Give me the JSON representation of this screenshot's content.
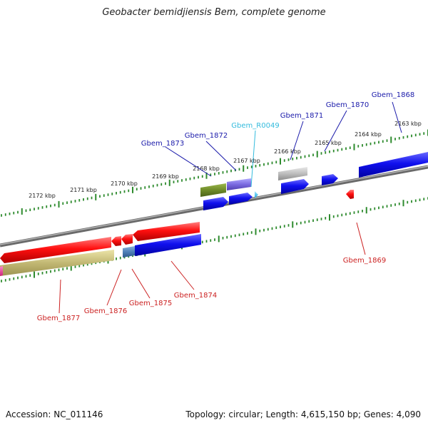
{
  "title": "Geobacter bemidjiensis Bem, complete genome",
  "footer": {
    "accession": "Accession: NC_011146",
    "summary": "Topology: circular; Length: 4,615,150 bp; Genes: 4,090"
  },
  "colors": {
    "backbone": "#808080",
    "ticks": "#2e8b2e",
    "label_top": "#1a1aaa",
    "label_rna": "#33bbdd",
    "label_bottom": "#cc2222"
  },
  "scale_labels": [
    "2163 kbp",
    "2164 kbp",
    "2165 kbp",
    "2166 kbp",
    "2167 kbp",
    "2168 kbp",
    "2169 kbp",
    "2170 kbp",
    "2171 kbp",
    "2172 kbp"
  ],
  "genes": [
    {
      "label": "Gbem_1868",
      "strand": "top"
    },
    {
      "label": "Gbem_1870",
      "strand": "top"
    },
    {
      "label": "Gbem_1871",
      "strand": "top"
    },
    {
      "label": "Gbem_R0049",
      "strand": "rna"
    },
    {
      "label": "Gbem_1872",
      "strand": "top"
    },
    {
      "label": "Gbem_1873",
      "strand": "top"
    },
    {
      "label": "Gbem_1869",
      "strand": "bottom"
    },
    {
      "label": "Gbem_1874",
      "strand": "bottom"
    },
    {
      "label": "Gbem_1875",
      "strand": "bottom"
    },
    {
      "label": "Gbem_1876",
      "strand": "bottom"
    },
    {
      "label": "Gbem_1877",
      "strand": "bottom"
    }
  ]
}
